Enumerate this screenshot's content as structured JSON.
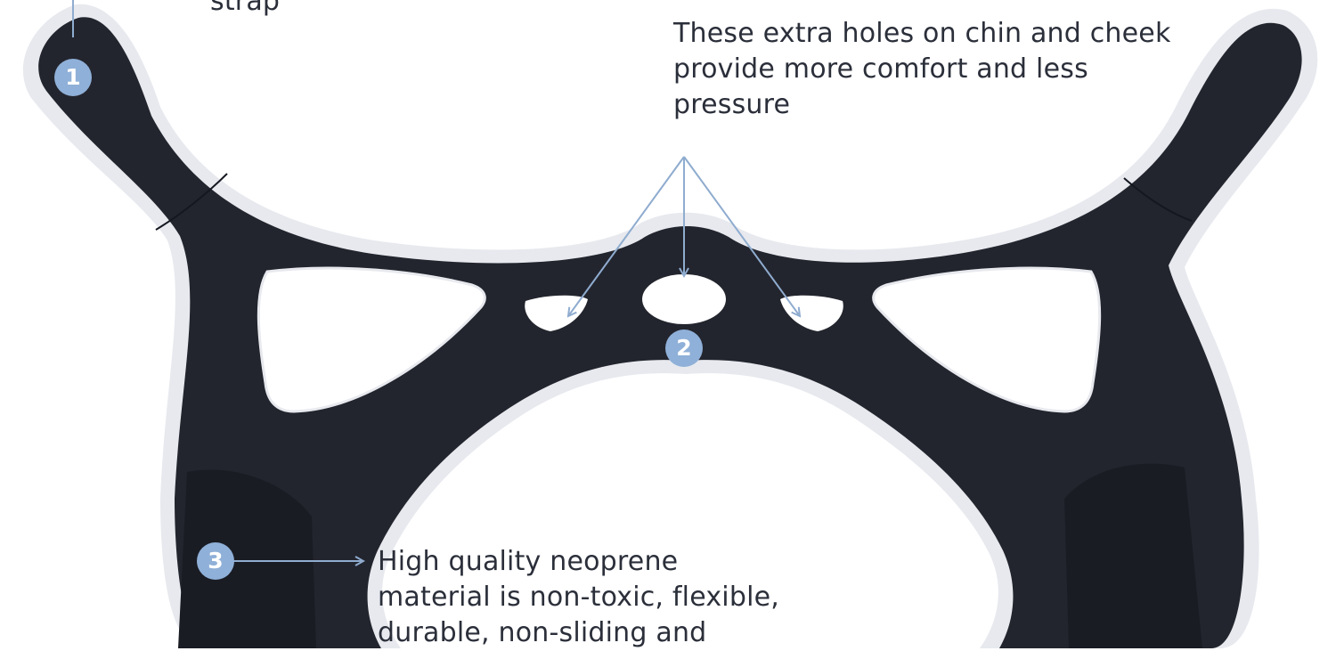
{
  "callouts": {
    "top_left_fragment": "strap",
    "holes": {
      "line1": "These extra holes on chin and cheek",
      "line2": "provide more comfort and less",
      "line3": "pressure"
    },
    "material": {
      "line1": "High quality neoprene",
      "line2": "material is non-toxic, flexible,",
      "line3": "durable, non-sliding and"
    }
  },
  "badges": {
    "one": "1",
    "two": "2",
    "three": "3"
  },
  "colors": {
    "neoprene": "#23252e",
    "trim": "#e7e9ee",
    "accent_blue": "#8fb0d8",
    "arrow": "#8faccf",
    "text": "#2b2f3a"
  }
}
